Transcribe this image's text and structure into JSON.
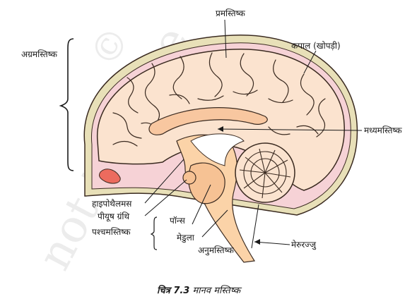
{
  "labels": {
    "forebrain": "अग्रमस्तिष्क",
    "cerebrum": "प्रमस्तिष्क",
    "skull": "कपाल (खोपड़ी)",
    "midbrain": "मध्यमस्तिष्क",
    "hypothalamus": "हाइपोथैलमस",
    "pituitary": "पीयूष ग्रंथि",
    "hindbrain": "पश्चमस्तिष्क",
    "pons": "पॉन्स",
    "medulla": "मेडुला",
    "cerebellum": "अनुमस्तिष्क",
    "spinal_cord": "मेरुरज्जु"
  },
  "caption": {
    "number": "चित्र 7.3",
    "text": "मानव मस्तिष्क"
  },
  "watermark": {
    "text": "not to be re"
  },
  "colors": {
    "cerebrum": "#fbe3cf",
    "outline": "#3a2a20",
    "skull_band": "#f6d2d6",
    "skull_outer": "#e8e0b8",
    "brainstem": "#fbd3a8",
    "eye_spot": "#ec6b5e"
  }
}
